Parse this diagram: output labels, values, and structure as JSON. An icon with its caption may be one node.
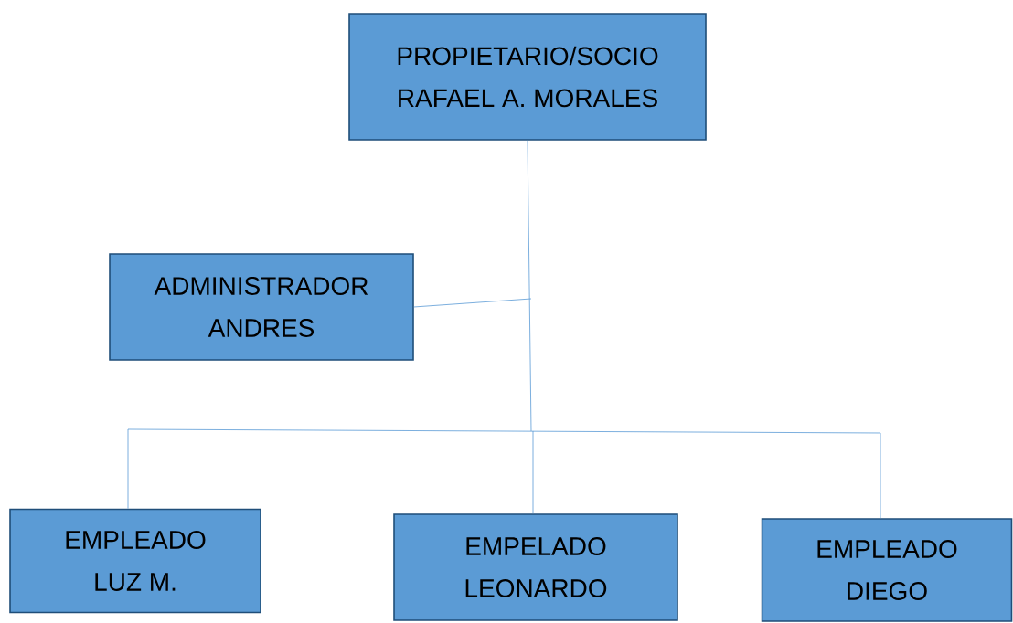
{
  "diagram": {
    "nodes": [
      {
        "text": [
          "PROPIETARIO/SOCIO",
          "RAFAEL A. MORALES"
        ]
      },
      {
        "text": [
          "ADMINISTRADOR",
          "ANDRES"
        ]
      },
      {
        "text": [
          "EMPLEADO",
          "LUZ M."
        ]
      },
      {
        "text": [
          "EMPELADO",
          "LEONARDO"
        ]
      },
      {
        "text": [
          "EMPLEADO",
          "DIEGO"
        ]
      }
    ],
    "edges": [
      {
        "from": 0,
        "to": 1,
        "arrow": "none"
      },
      {
        "from": 0,
        "to": 2,
        "arrow": "none"
      },
      {
        "from": 0,
        "to": 3,
        "arrow": "none"
      },
      {
        "from": 0,
        "to": 4,
        "arrow": "none"
      }
    ]
  }
}
